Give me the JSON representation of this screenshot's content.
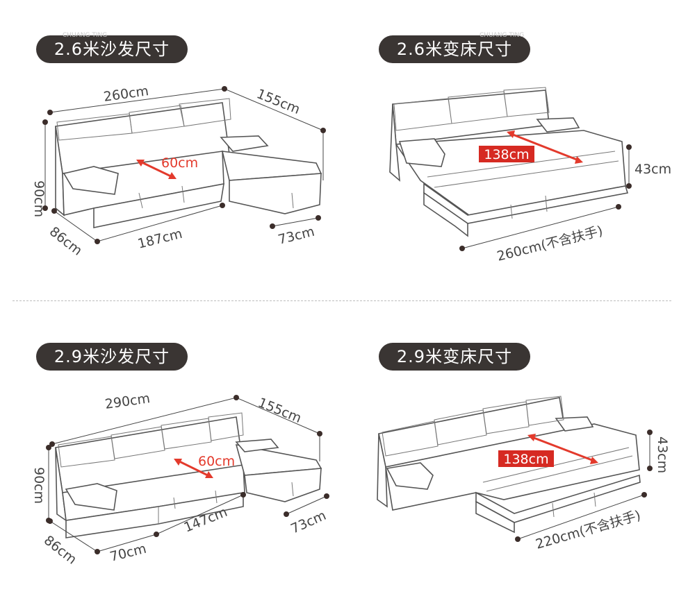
{
  "watermark": "CHUANG TING",
  "sections": {
    "sofa26": {
      "title": "2.6米沙发尺寸",
      "length": "260cm",
      "chaise_length": "155cm",
      "height": "90cm",
      "depth": "86cm",
      "seat_length": "187cm",
      "chaise_width": "73cm",
      "seat_depth": "60cm"
    },
    "bed26": {
      "title": "2.6米变床尺寸",
      "bed_width": "138cm",
      "bed_height": "43cm",
      "bed_length": "260cm(不含扶手)"
    },
    "sofa29": {
      "title": "2.9米沙发尺寸",
      "length": "290cm",
      "chaise_length": "155cm",
      "height": "90cm",
      "depth": "86cm",
      "armless_seat": "70cm",
      "seat_length": "147cm",
      "chaise_width": "73cm",
      "seat_depth": "60cm"
    },
    "bed29": {
      "title": "2.9米变床尺寸",
      "bed_width": "138cm",
      "bed_height": "43cm",
      "bed_length": "220cm(不含扶手)"
    }
  },
  "colors": {
    "pill_bg": "#3a3533",
    "accent_red": "#e33a2c",
    "label_red_bg": "#d62a22"
  }
}
